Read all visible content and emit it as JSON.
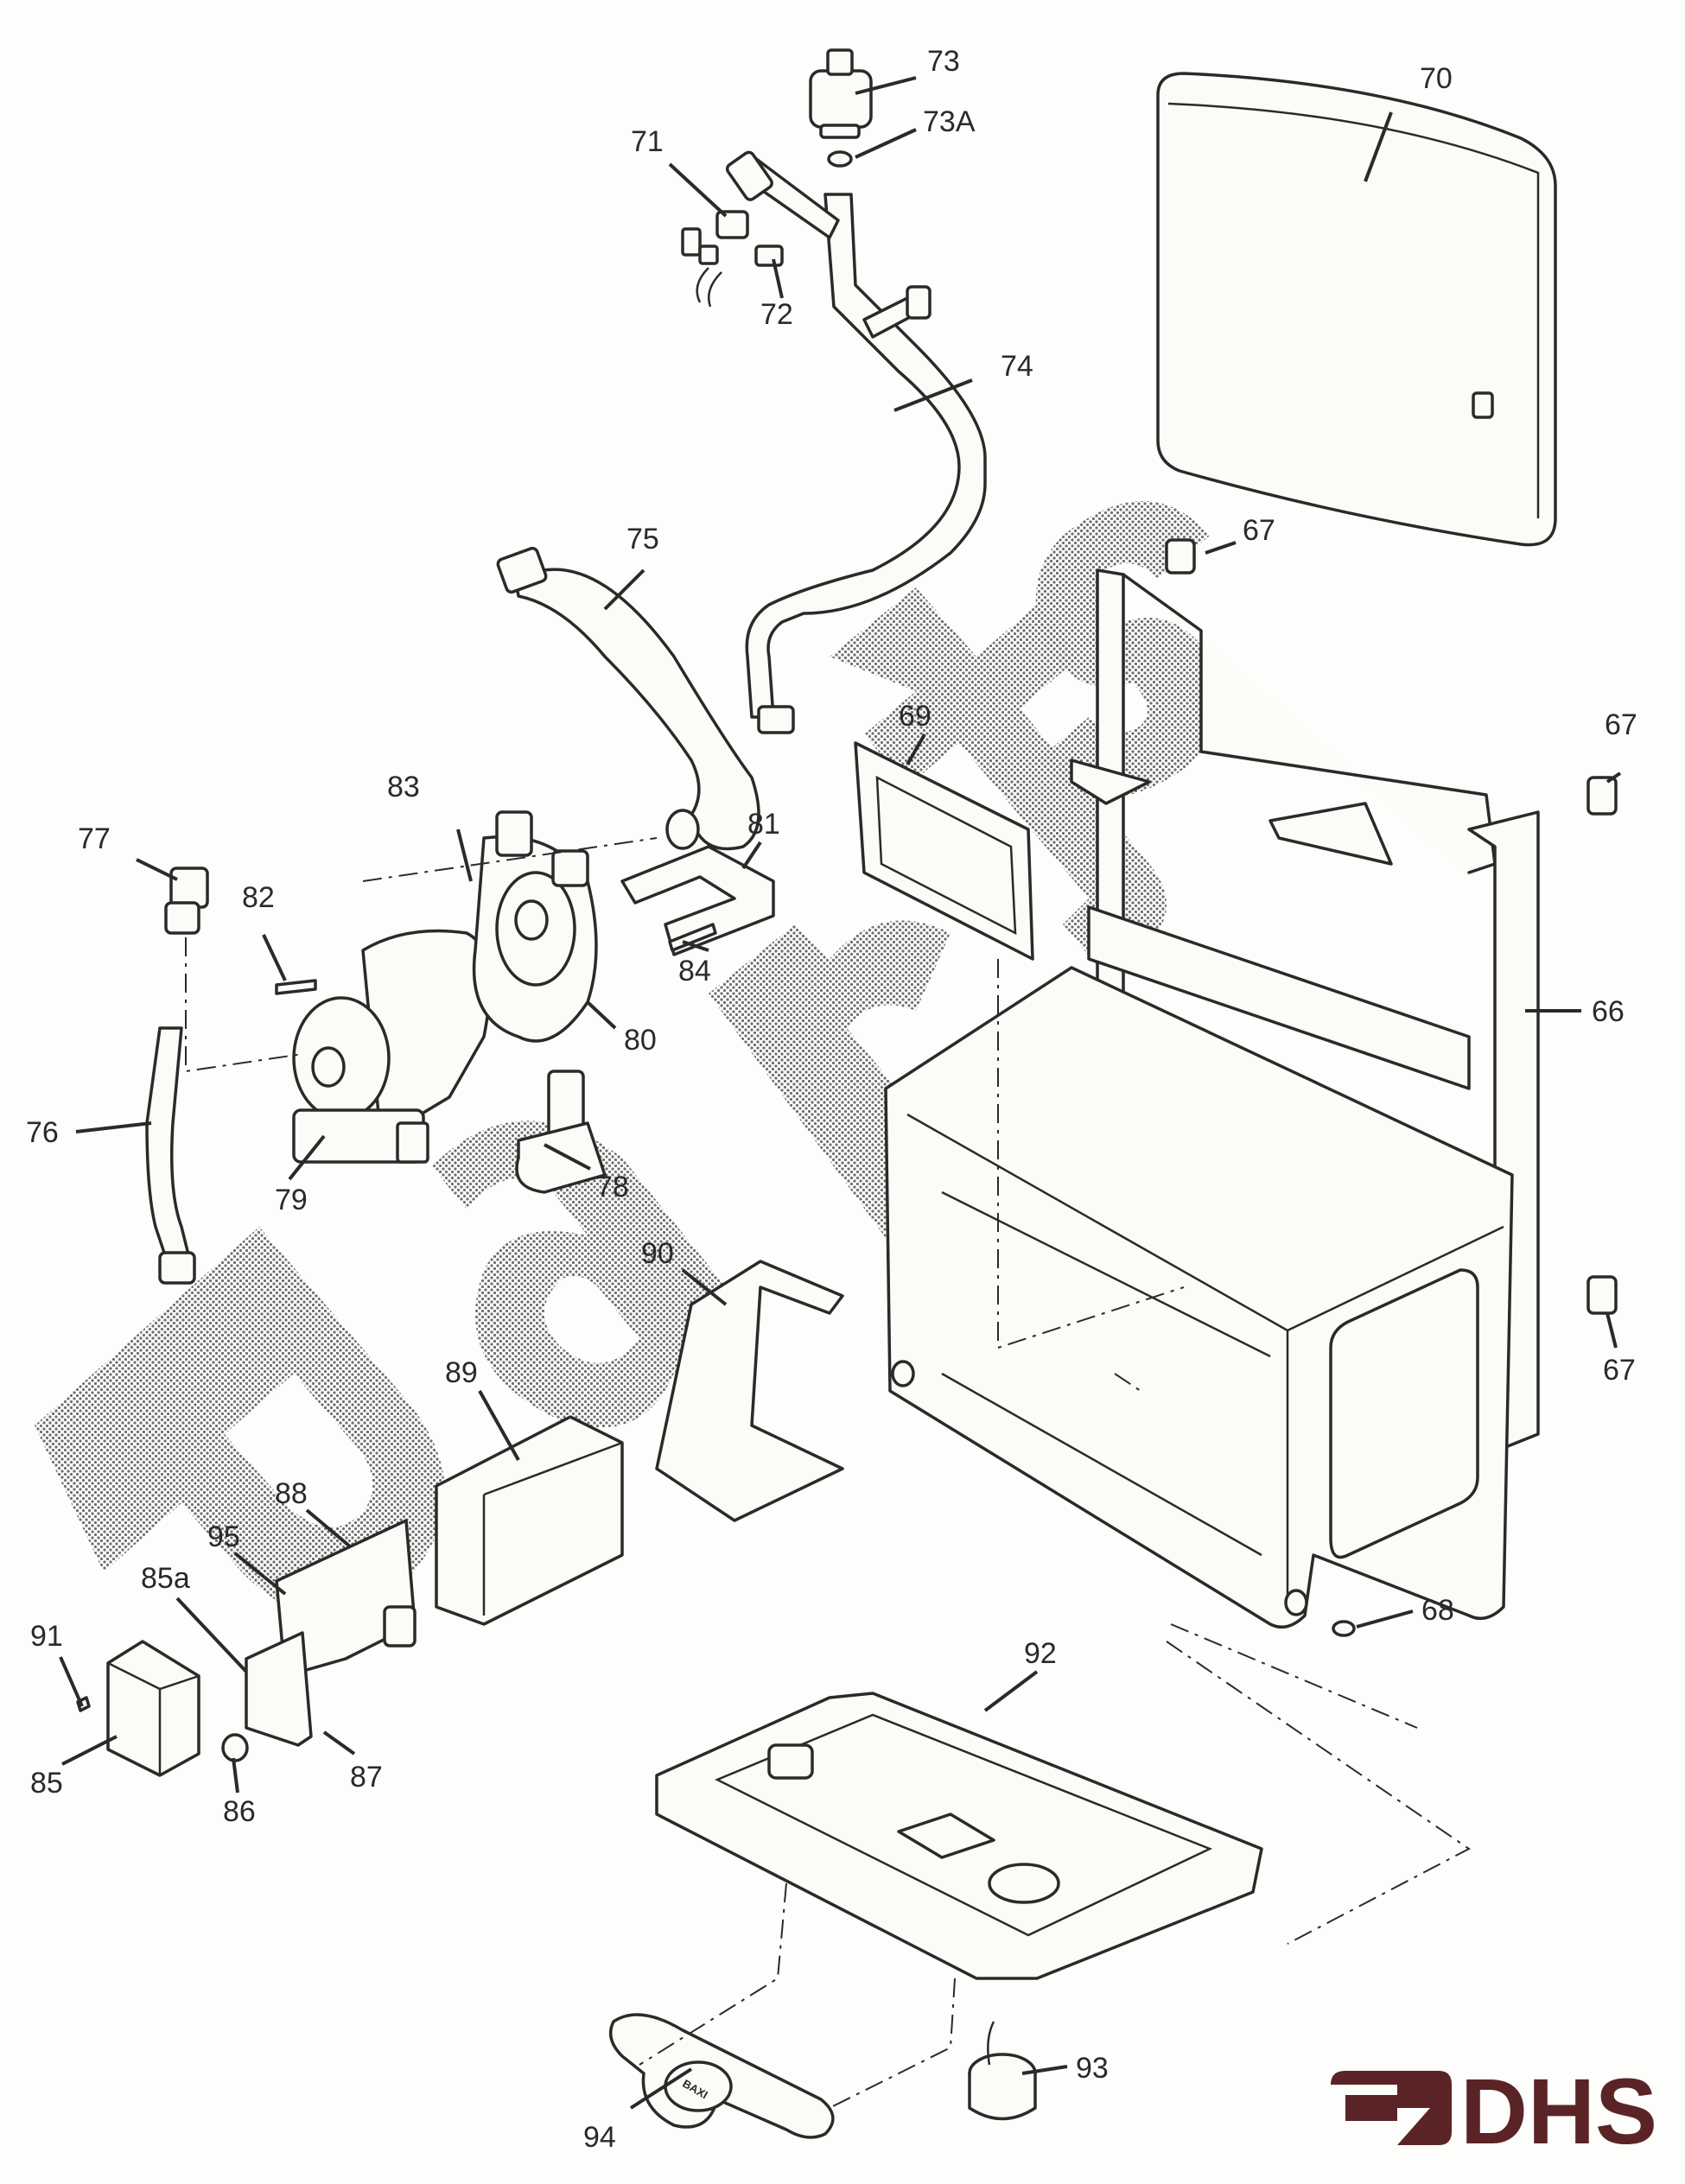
{
  "document": {
    "type": "exploded parts diagram",
    "watermark_text": "Parts",
    "logo": {
      "text": "DHS",
      "color": "#5a2426",
      "icon": "arrow-right-icon"
    },
    "key_label": "BAXI"
  },
  "callouts": [
    {
      "id": "66",
      "label": "66"
    },
    {
      "id": "67a",
      "label": "67"
    },
    {
      "id": "67b",
      "label": "67"
    },
    {
      "id": "67c",
      "label": "67"
    },
    {
      "id": "68",
      "label": "68"
    },
    {
      "id": "69",
      "label": "69"
    },
    {
      "id": "70",
      "label": "70"
    },
    {
      "id": "71",
      "label": "71"
    },
    {
      "id": "72",
      "label": "72"
    },
    {
      "id": "73",
      "label": "73"
    },
    {
      "id": "73A",
      "label": "73A"
    },
    {
      "id": "74",
      "label": "74"
    },
    {
      "id": "75",
      "label": "75"
    },
    {
      "id": "76",
      "label": "76"
    },
    {
      "id": "77",
      "label": "77"
    },
    {
      "id": "78",
      "label": "78"
    },
    {
      "id": "79",
      "label": "79"
    },
    {
      "id": "80",
      "label": "80"
    },
    {
      "id": "81",
      "label": "81"
    },
    {
      "id": "82",
      "label": "82"
    },
    {
      "id": "83",
      "label": "83"
    },
    {
      "id": "84",
      "label": "84"
    },
    {
      "id": "85",
      "label": "85"
    },
    {
      "id": "85a",
      "label": "85a"
    },
    {
      "id": "86",
      "label": "86"
    },
    {
      "id": "87",
      "label": "87"
    },
    {
      "id": "88",
      "label": "88"
    },
    {
      "id": "89",
      "label": "89"
    },
    {
      "id": "90",
      "label": "90"
    },
    {
      "id": "91",
      "label": "91"
    },
    {
      "id": "92",
      "label": "92"
    },
    {
      "id": "93",
      "label": "93"
    },
    {
      "id": "94",
      "label": "94"
    },
    {
      "id": "95",
      "label": "95"
    }
  ]
}
